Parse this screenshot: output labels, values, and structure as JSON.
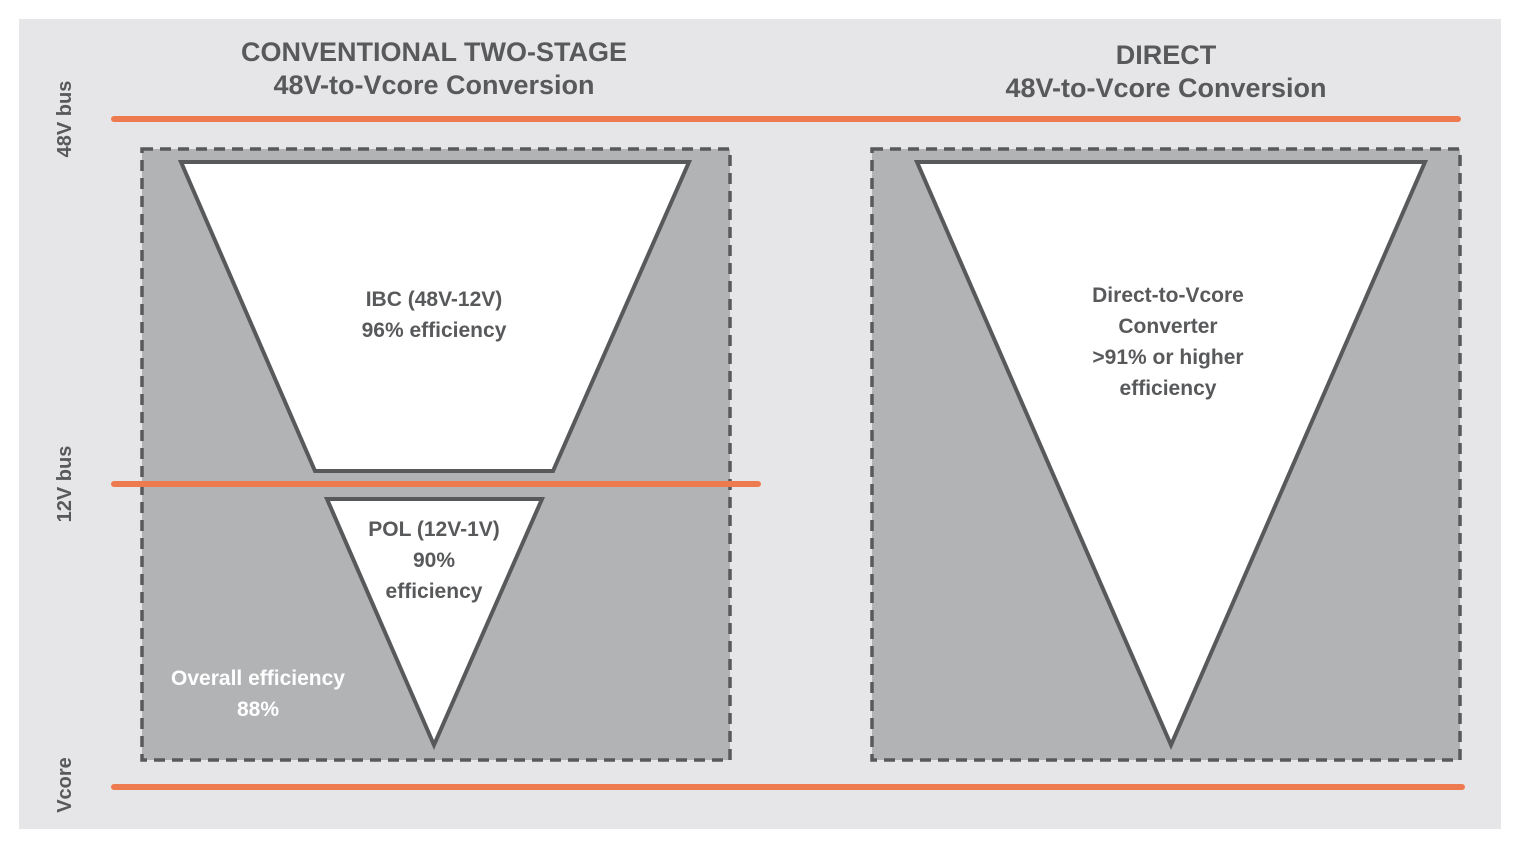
{
  "colors": {
    "background": "#e6e6e8",
    "panel_fill": "#b2b3b5",
    "panel_border": "#58595b",
    "bus_line": "#ee7b4f",
    "triangle_fill": "#ffffff",
    "triangle_stroke": "#58595b",
    "text": "#58595b",
    "overall_text": "#ffffff"
  },
  "buses": {
    "top": "48V bus",
    "middle": "12V bus",
    "bottom": "Vcore"
  },
  "left": {
    "title_line1": "CONVENTIONAL TWO-STAGE",
    "title_line2": "48V-to-Vcore Conversion",
    "ibc": {
      "line1": "IBC (48V-12V)",
      "line2": "96% efficiency"
    },
    "pol": {
      "line1": "POL (12V-1V)",
      "line2": "90%",
      "line3": "efficiency"
    },
    "overall": {
      "line1": "Overall efficiency",
      "line2": "88%"
    }
  },
  "right": {
    "title_line1": "DIRECT",
    "title_line2": "48V-to-Vcore Conversion",
    "converter": {
      "line1": "Direct-to-Vcore",
      "line2": "Converter",
      "line3": ">91% or higher",
      "line4": "efficiency"
    }
  }
}
